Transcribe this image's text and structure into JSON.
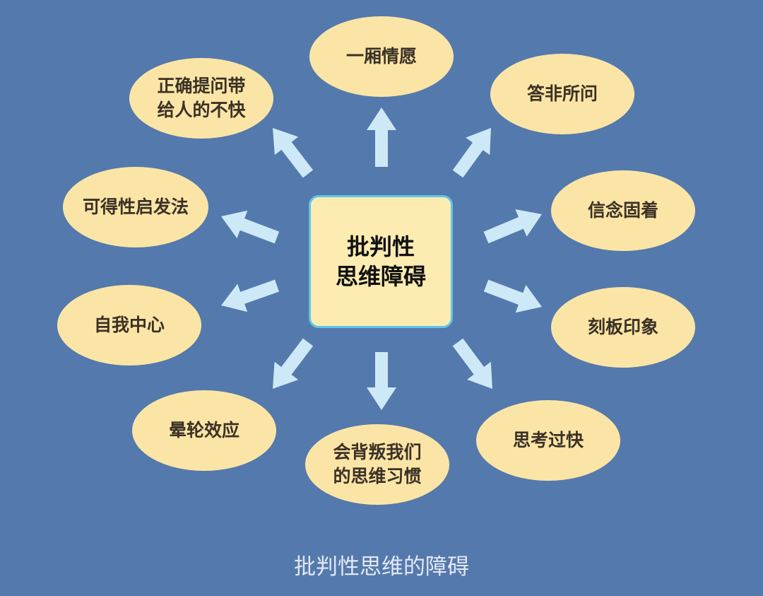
{
  "center": {
    "line1": "批判性",
    "line2": "思维障碍"
  },
  "nodes": [
    {
      "id": "top",
      "lines": [
        "一厢情愿"
      ]
    },
    {
      "id": "top-right",
      "lines": [
        "答非所问"
      ]
    },
    {
      "id": "top-left",
      "lines": [
        "正确提问带",
        "给人的不快"
      ]
    },
    {
      "id": "left-upper",
      "lines": [
        "可得性启发法"
      ]
    },
    {
      "id": "right-upper",
      "lines": [
        "信念固着"
      ]
    },
    {
      "id": "left-lower",
      "lines": [
        "自我中心"
      ]
    },
    {
      "id": "right-lower",
      "lines": [
        "刻板印象"
      ]
    },
    {
      "id": "bottom-left",
      "lines": [
        "晕轮效应"
      ]
    },
    {
      "id": "bottom",
      "lines": [
        "会背叛我们",
        "的思维习惯"
      ]
    },
    {
      "id": "bottom-right",
      "lines": [
        "思考过快"
      ]
    }
  ],
  "caption": "批判性思维的障碍",
  "colors": {
    "background": "#5479ad",
    "node": "#fbe5a6",
    "arrow": "#cde9f7",
    "center_border": "#5ec6e6"
  }
}
